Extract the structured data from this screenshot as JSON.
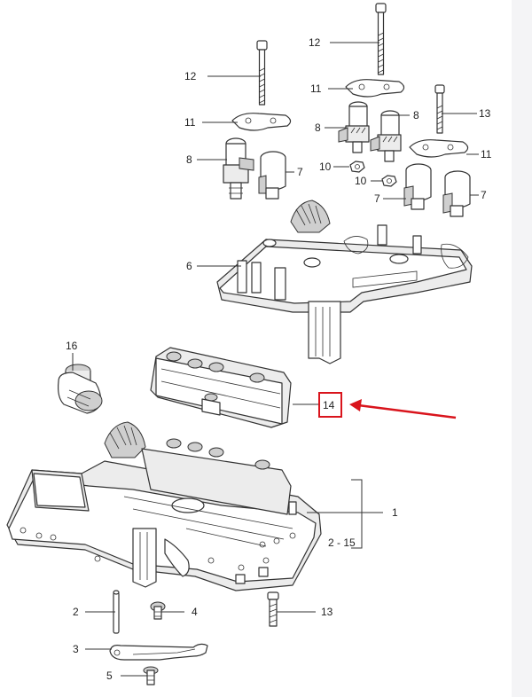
{
  "labels": {
    "l12a": "12",
    "l12b": "12",
    "l11a": "11",
    "l11b": "11",
    "l11c": "11",
    "l13a": "13",
    "l8a": "8",
    "l8b": "8",
    "l8c": "8",
    "l7a": "7",
    "l7b": "7",
    "l7c": "7",
    "l10a": "10",
    "l10b": "10",
    "l6": "6",
    "l16": "16",
    "l14": "14",
    "l1": "1",
    "l215": "2 - 15",
    "l2": "2",
    "l4": "4",
    "l13b": "13",
    "l3": "3",
    "l5": "5"
  },
  "highlight": {
    "color": "#d9141c",
    "target": "14"
  }
}
